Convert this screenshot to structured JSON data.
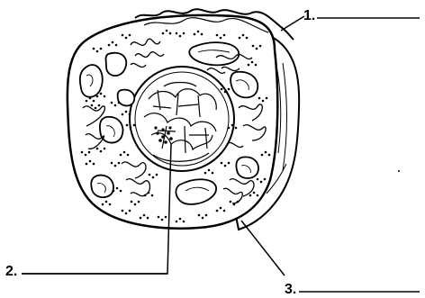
{
  "diagram": {
    "callouts": [
      {
        "number": "1.",
        "answer": ""
      },
      {
        "number": "2.",
        "answer": ""
      },
      {
        "number": "3.",
        "answer": ""
      }
    ]
  },
  "colors": {
    "ink": "#000000",
    "paper": "#ffffff"
  }
}
